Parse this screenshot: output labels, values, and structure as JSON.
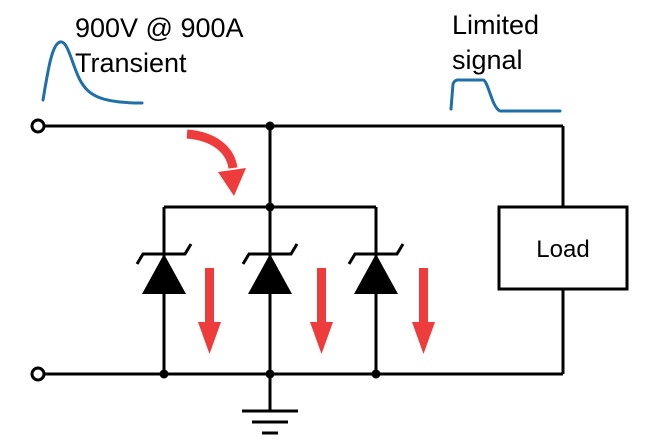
{
  "diagram": {
    "transient_label_line1": "900V @ 900A",
    "transient_label_line2": "Transient",
    "output_label_line1": "Limited",
    "output_label_line2": "signal",
    "load_label": "Load",
    "colors": {
      "wire": "#000000",
      "waveform": "#1f6fa8",
      "current_arrow": "#ee3b3b",
      "background": "#ffffff"
    },
    "components": {
      "tvs_diode_count": 3,
      "load": "Load",
      "ground": "ground-symbol"
    }
  }
}
